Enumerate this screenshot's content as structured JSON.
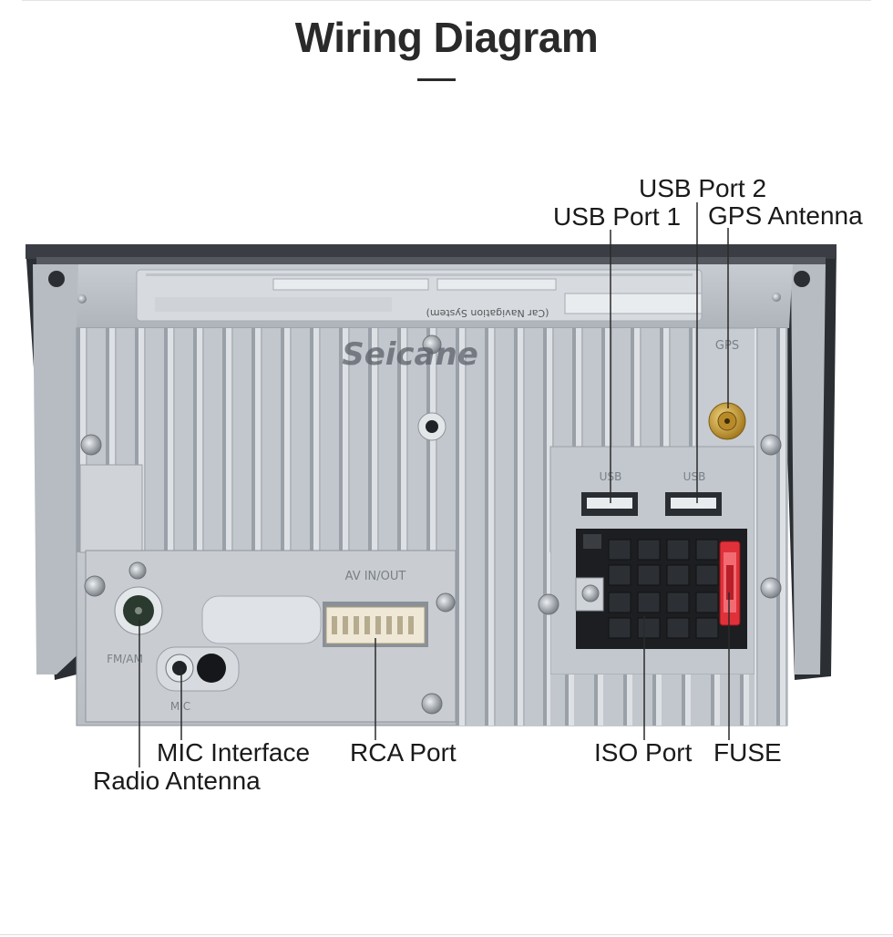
{
  "title": "Wiring Diagram",
  "device": {
    "brand_logo": "Seicane",
    "sticker_text": "(Car Navigation System)",
    "port_marks": {
      "gps": "GPS",
      "usb_left": "USB",
      "usb_right": "USB",
      "av": "AV IN/OUT",
      "fm_am": "FM/AM",
      "mic": "MIC"
    }
  },
  "labels": {
    "usb_port_2": "USB Port 2",
    "usb_port_1": "USB Port 1",
    "gps_antenna": "GPS Antenna",
    "mic_interface": "MIC Interface",
    "radio_antenna": "Radio Antenna",
    "rca_port": "RCA Port",
    "iso_port": "ISO Port",
    "fuse": "FUSE"
  },
  "colors": {
    "title": "#2a2a2a",
    "chassis": "#c4c9cf",
    "frame": "#2b2e33",
    "fuse": "#e0313a",
    "gps_connector": "#c99a2e"
  }
}
